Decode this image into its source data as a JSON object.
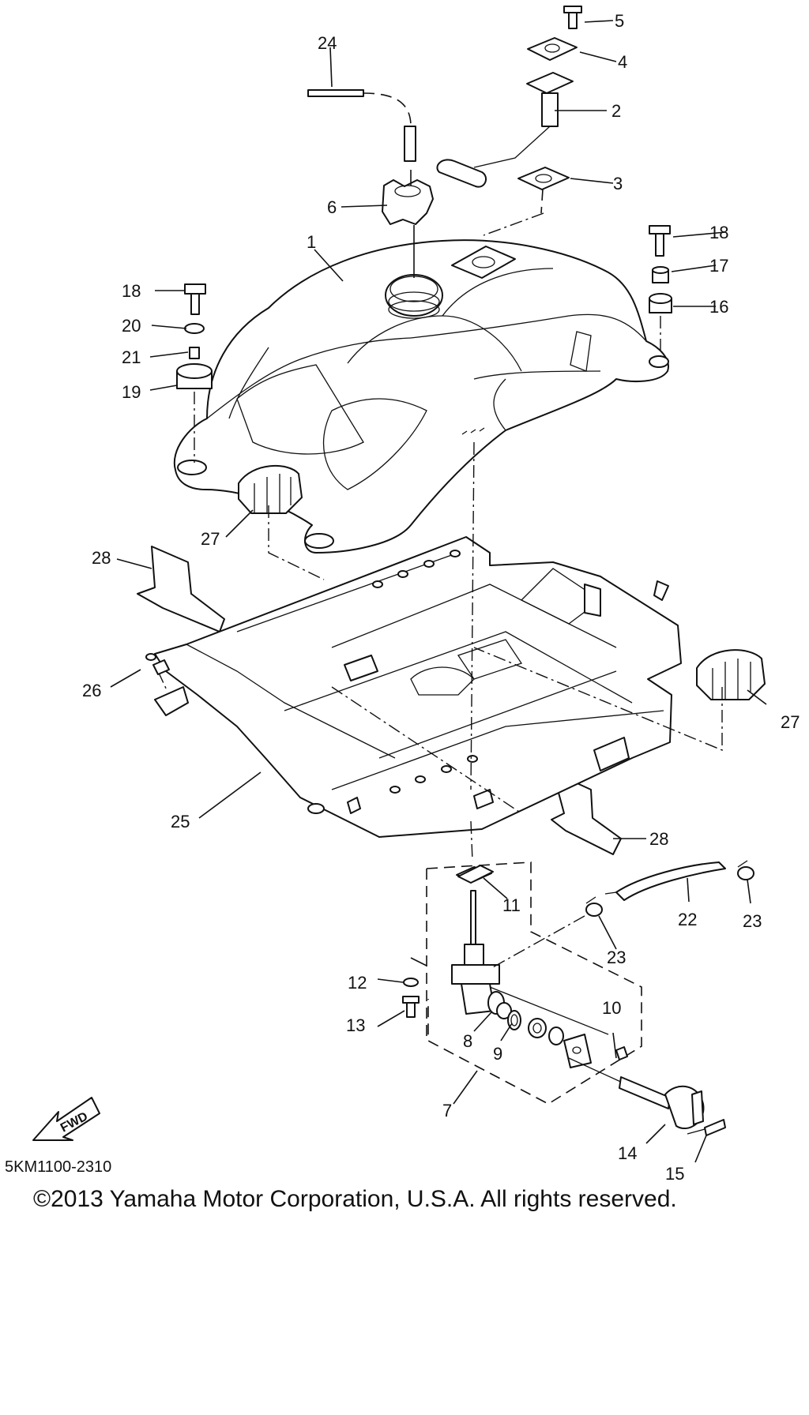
{
  "diagram": {
    "callouts": [
      "1",
      "2",
      "3",
      "4",
      "5",
      "6",
      "7",
      "8",
      "9",
      "10",
      "11",
      "12",
      "13",
      "14",
      "15",
      "16",
      "17",
      "18",
      "19",
      "20",
      "21",
      "22",
      "23",
      "24",
      "25",
      "26",
      "27",
      "28"
    ],
    "fwd_label": "FWD",
    "drawing_code": "5KM1100-2310",
    "copyright": "©2013 Yamaha Motor Corporation, U.S.A. All rights reserved."
  }
}
